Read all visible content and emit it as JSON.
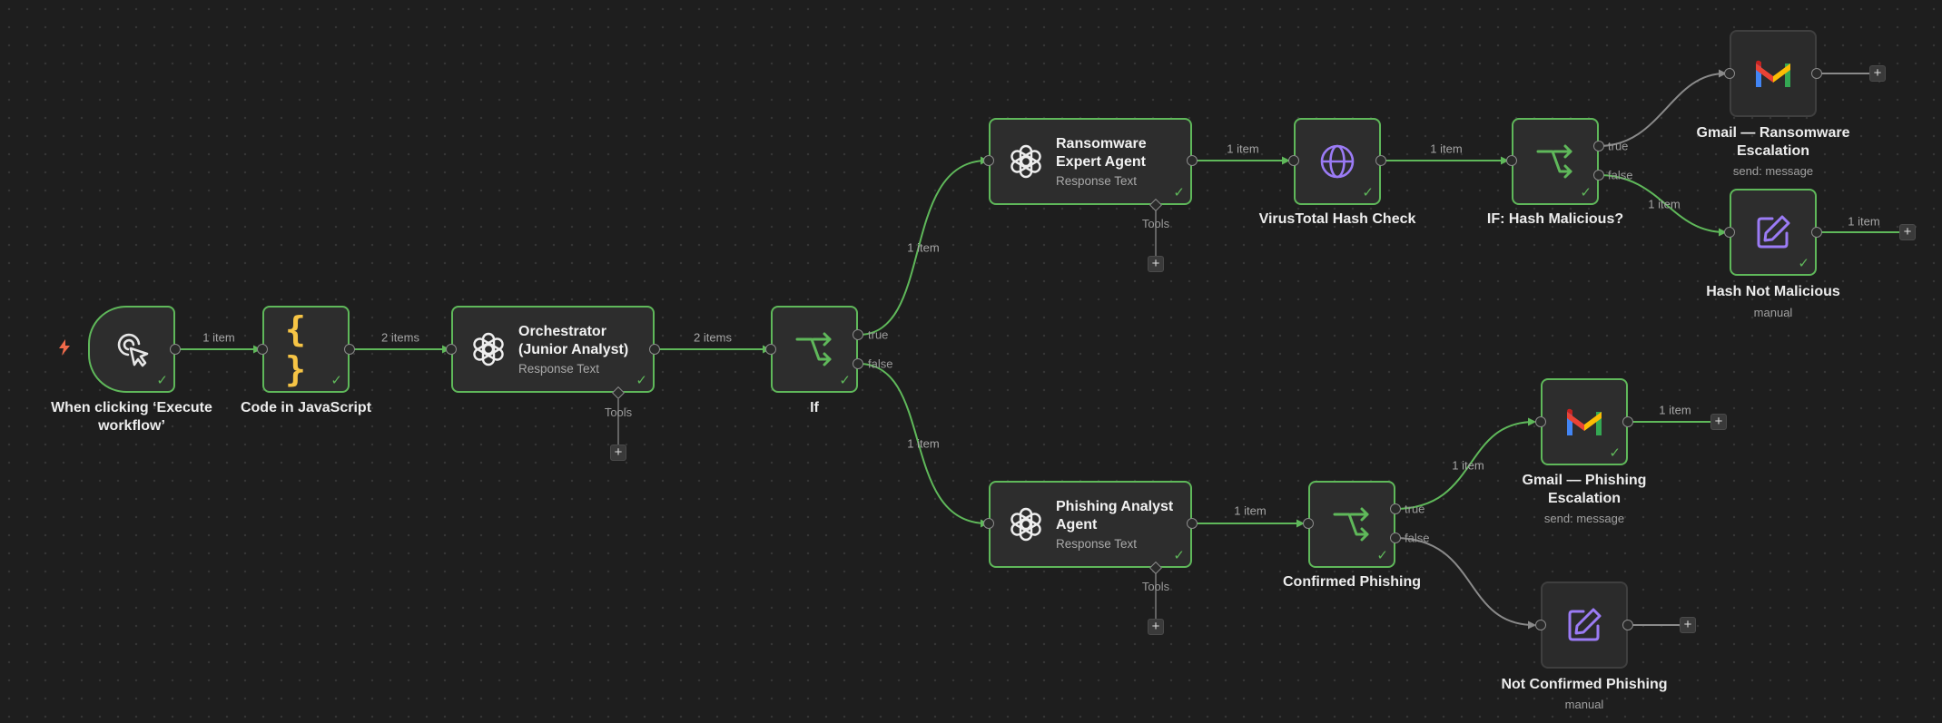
{
  "nodes": {
    "trigger": {
      "label": "When clicking ‘Execute workflow’"
    },
    "code": {
      "label": "Code in JavaScript"
    },
    "orchestrator": {
      "title": "Orchestrator (Junior Analyst)",
      "subtitle": "Response Text",
      "tools": "Tools"
    },
    "if": {
      "label": "If",
      "true": "true",
      "false": "false"
    },
    "ransomware": {
      "title": "Ransomware Expert Agent",
      "subtitle": "Response Text",
      "tools": "Tools"
    },
    "virustotal": {
      "label": "VirusTotal Hash Check"
    },
    "ifhash": {
      "label": "IF: Hash Malicious?",
      "true": "true",
      "false": "false"
    },
    "gmail_ransom": {
      "label": "Gmail — Ransomware Escalation",
      "sub": "send: message"
    },
    "hash_not": {
      "label": "Hash Not Malicious",
      "sub": "manual"
    },
    "phishing": {
      "title": "Phishing Analyst Agent",
      "subtitle": "Response Text",
      "tools": "Tools"
    },
    "confirmed": {
      "label": "Confirmed Phishing",
      "true": "true",
      "false": "false"
    },
    "gmail_phish": {
      "label": "Gmail — Phishing Escalation",
      "sub": "send: message"
    },
    "not_confirmed": {
      "label": "Not Confirmed Phishing",
      "sub": "manual"
    }
  },
  "edge_labels": {
    "trigger_code": "1 item",
    "code_orch": "2 items",
    "orch_if": "2 items",
    "if_ransom": "1 item",
    "if_phish": "1 item",
    "ransom_vt": "1 item",
    "vt_ifhash": "1 item",
    "ifhash_false": "1 item",
    "hashnot_out": "1 item",
    "phish_confirmed": "1 item",
    "confirmed_true": "1 item",
    "gmailphish_out": "1 item"
  },
  "colors": {
    "success": "#5fb85a",
    "background": "#1e1e1e",
    "node": "#2d2d2d",
    "purple": "#9b7bf5"
  },
  "icons": {
    "trigger": "cursor-click-icon",
    "code": "curly-braces-icon",
    "ai": "openai-logo-icon",
    "if": "branch-arrows-icon",
    "http": "globe-icon",
    "gmail": "gmail-logo-icon",
    "edit": "edit-pencil-icon",
    "bolt": "lightning-bolt-icon"
  },
  "plus_symbol": "+",
  "check_symbol": "✓"
}
